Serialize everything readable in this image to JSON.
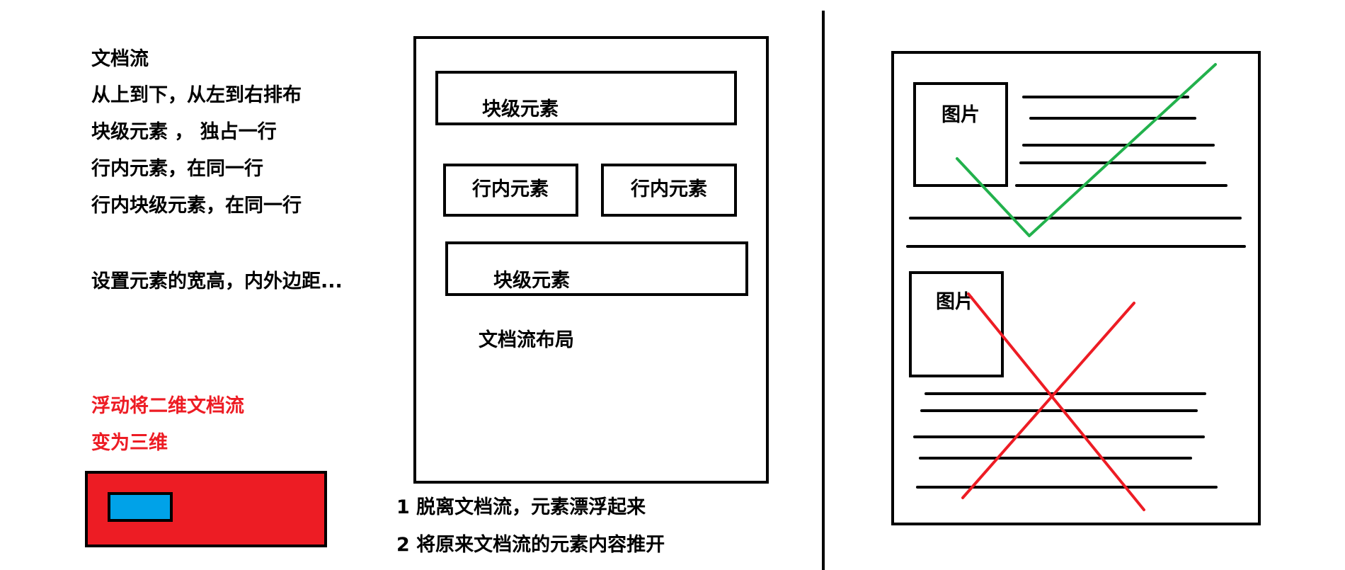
{
  "notes": {
    "lines": [
      "文档流",
      "从上到下，从左到右排布",
      "块级元素 ， 独占一行",
      "行内元素，在同一行",
      "行内块级元素，在同一行"
    ],
    "sizing": "设置元素的宽高，内外边距..."
  },
  "float_note": {
    "lines": [
      "浮动将二维文档流",
      "变为三维"
    ]
  },
  "float_demo": {
    "outer_color": "#ed1c24",
    "inner_color": "#00a2e8"
  },
  "flow_diagram": {
    "block_top": "块级元素",
    "inline_left": "行内元素",
    "inline_right": "行内元素",
    "block_bottom": "块级元素",
    "caption": "文档流布局"
  },
  "float_effects": [
    "1 脱离文档流，元素漂浮起来",
    "2 将原来文档流的元素内容推开"
  ],
  "image_layouts": {
    "good": {
      "image_label": "图片",
      "mark": "check",
      "mark_color": "#22b14c"
    },
    "bad": {
      "image_label": "图片",
      "mark": "cross",
      "mark_color": "#ed1c24"
    }
  }
}
